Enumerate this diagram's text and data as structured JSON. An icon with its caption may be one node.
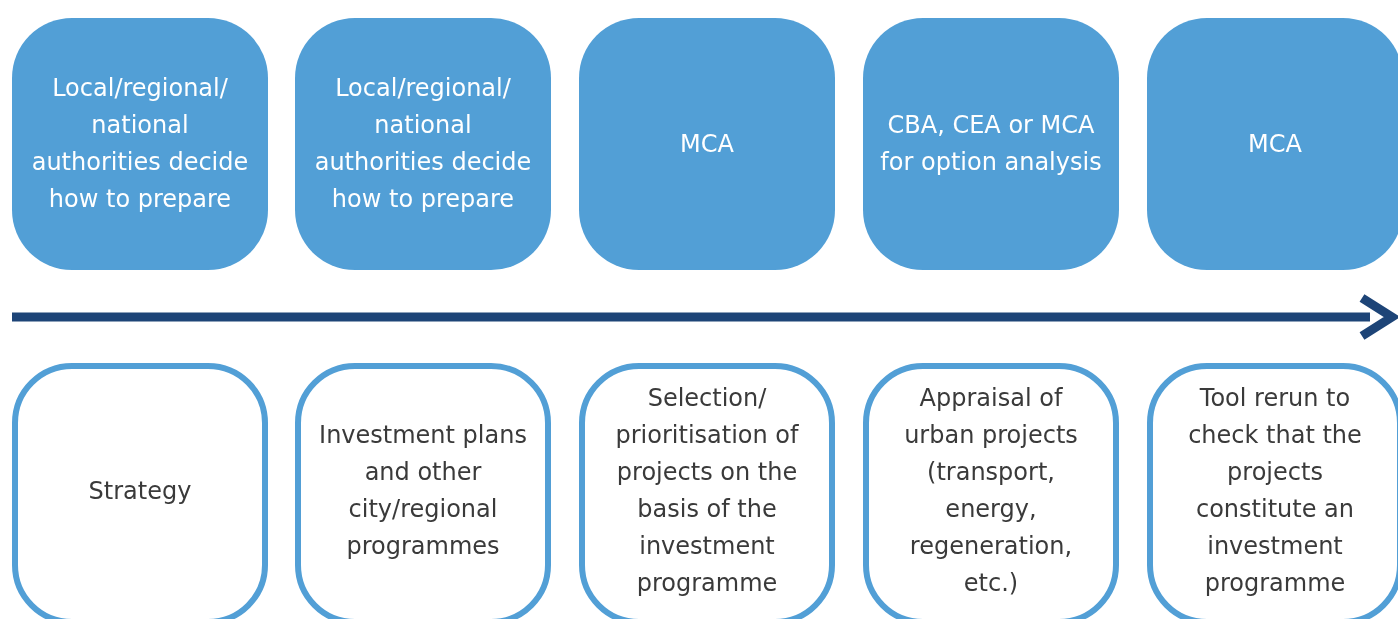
{
  "diagram": {
    "nodes": [
      {
        "text": [
          "Local/regional/ national authorities decide how to prepare"
        ]
      },
      {
        "text": [
          "Local/regional/ national authorities decide how to prepare"
        ]
      },
      {
        "text": [
          "MCA"
        ]
      },
      {
        "text": [
          "CBA, CEA or MCA for option analysis"
        ]
      },
      {
        "text": [
          "MCA"
        ]
      },
      {
        "text": [
          "Strategy"
        ]
      },
      {
        "text": [
          "Investment plans and other city/regional programmes"
        ]
      },
      {
        "text": [
          "Selection/ prioritisation of projects on the basis of the investment programme"
        ]
      },
      {
        "text": [
          "Appraisal of urban projects (transport, energy, regeneration, etc.)"
        ]
      },
      {
        "text": [
          "Tool rerun to check that the projects constitute an investment programme"
        ]
      }
    ]
  }
}
